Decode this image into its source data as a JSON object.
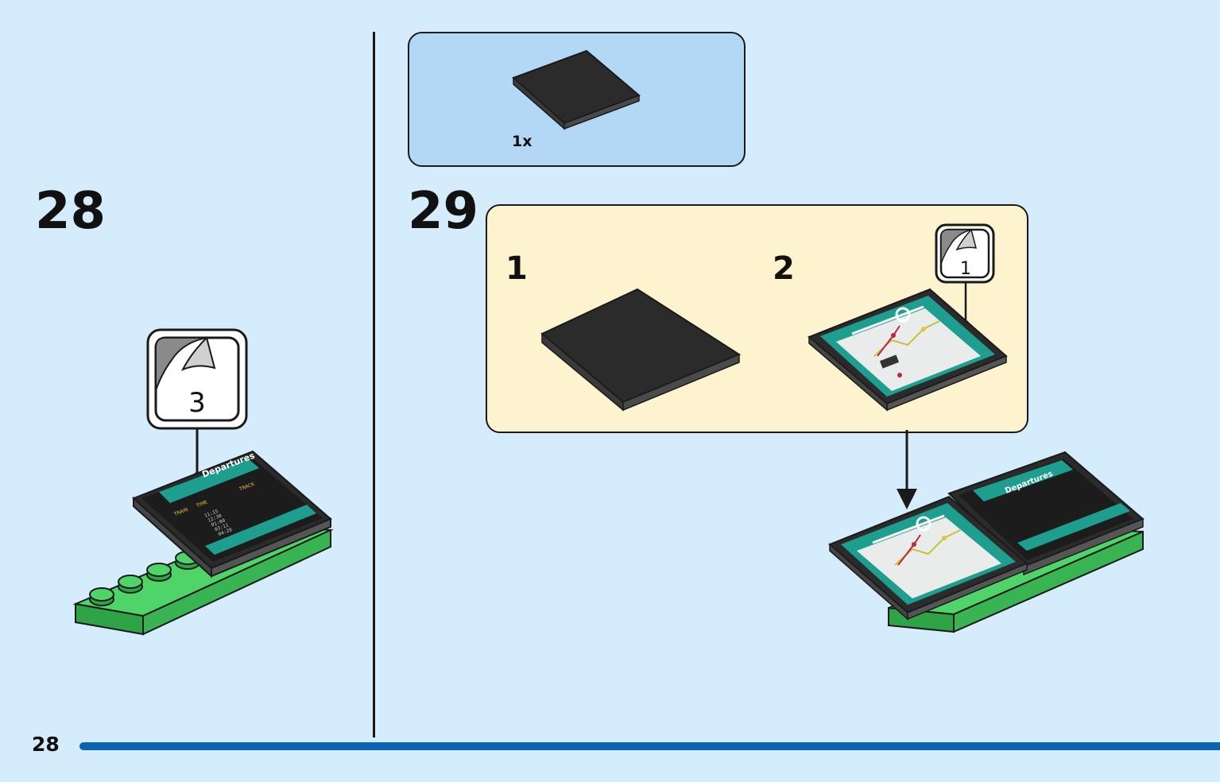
{
  "step28": {
    "number": "28",
    "sticker_callout": "3"
  },
  "step29": {
    "number": "29",
    "parts": {
      "quantity": "1x"
    },
    "substep1": {
      "number": "1"
    },
    "substep2": {
      "number": "2",
      "sticker_callout": "1"
    }
  },
  "sticker_departures": {
    "title": "Departures",
    "col_train": "TRAIN",
    "col_time": "TIME",
    "col_track": "TRACK",
    "times": [
      "11:15",
      "12:30",
      "01:00",
      "03:11",
      "04:28"
    ]
  },
  "footer": {
    "page_number": "28"
  },
  "colors": {
    "background": "#d4ecfb",
    "parts_box": "#b3d8f6",
    "substep_box": "#fdf4cf",
    "tile_dark": "#2b2b2b",
    "plate_green": "#3cc45a",
    "sticker_teal": "#1e9e8f",
    "footer_bar": "#0b64b0"
  }
}
